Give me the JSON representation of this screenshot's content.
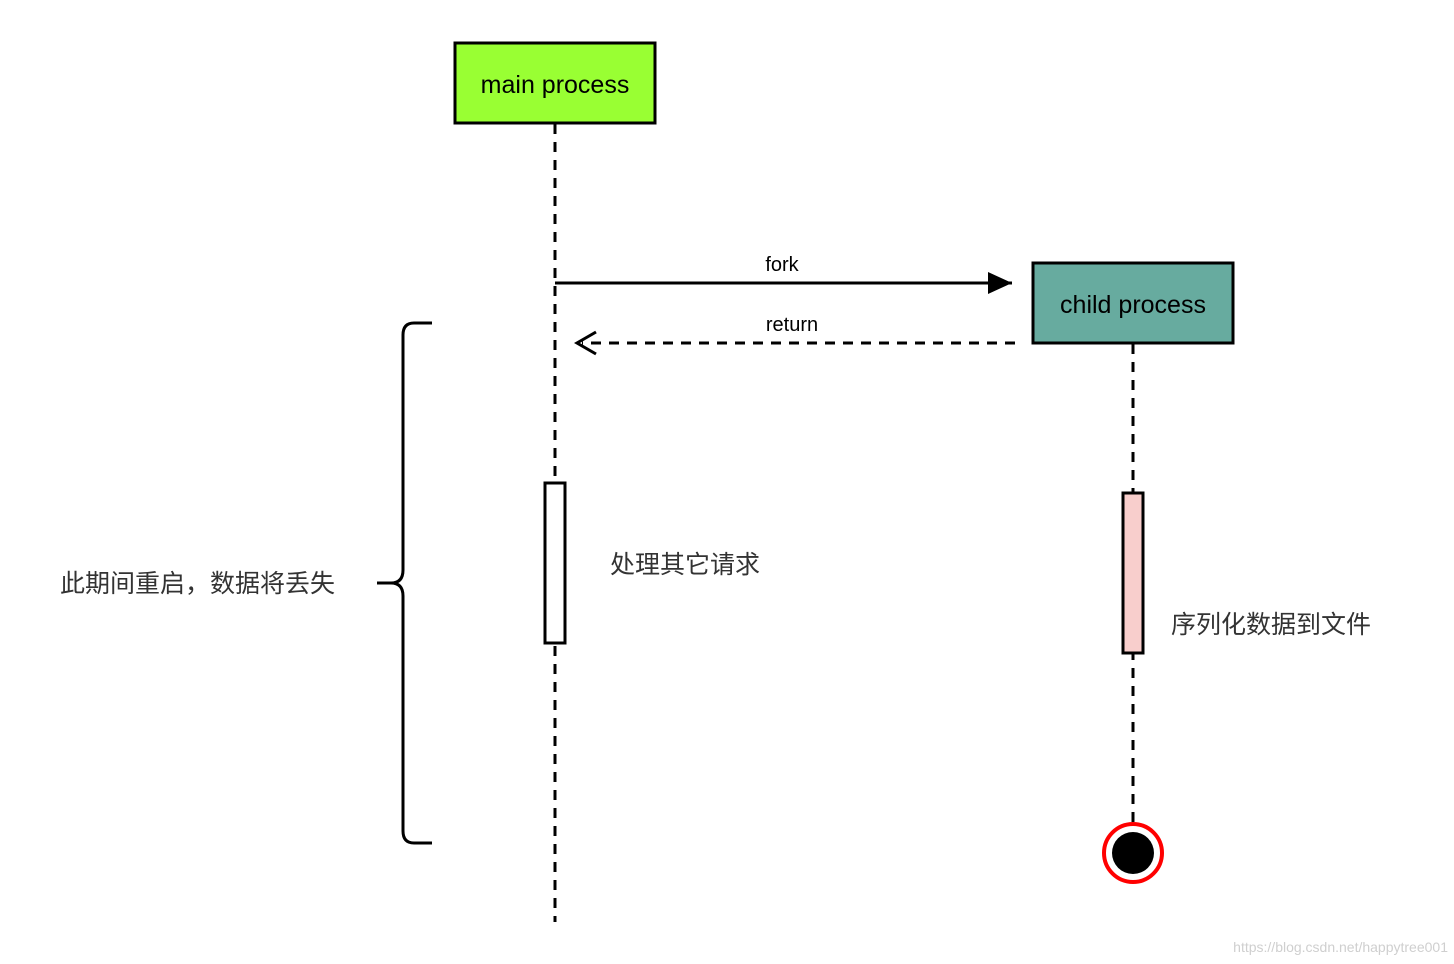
{
  "participants": {
    "main": {
      "label": "main process",
      "fill": "#99ff33"
    },
    "child": {
      "label": "child process",
      "fill": "#67ab9f"
    }
  },
  "messages": {
    "fork": {
      "label": "fork"
    },
    "return": {
      "label": "return"
    }
  },
  "notes": {
    "main_activity": "处理其它请求",
    "child_activity": "序列化数据到文件",
    "brace": "此期间重启，数据将丢失"
  },
  "activation_colors": {
    "main": "#ffffff",
    "child": "#f8cecc"
  },
  "end_marker_color": "#ff0000",
  "watermark": "https://blog.csdn.net/happytree001"
}
